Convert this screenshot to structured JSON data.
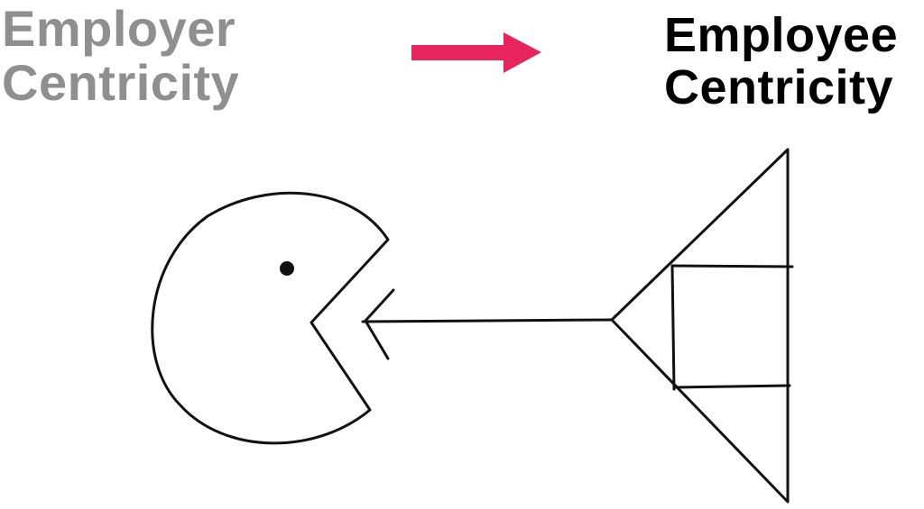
{
  "left_heading": {
    "line1": "Employer",
    "line2": "Centricity",
    "color": "#8f8f8f"
  },
  "right_heading": {
    "line1": "Employee",
    "line2": "Centricity",
    "color": "#000000"
  },
  "transition_arrow": {
    "color": "#e8245c",
    "icon": "right-arrow-icon"
  },
  "sketch": {
    "ink_color": "#111111",
    "figures": [
      "pac-man-mouth",
      "arrow-pointing-to-mouth",
      "triangle-megaphone"
    ]
  }
}
